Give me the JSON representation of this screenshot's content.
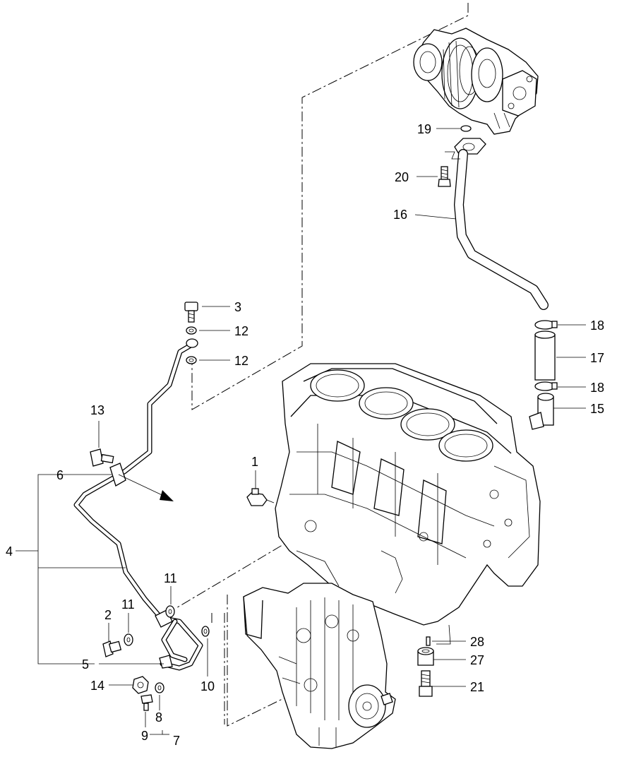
{
  "diagram": {
    "callouts": {
      "c1": "1",
      "c2": "2",
      "c3": "3",
      "c4": "4",
      "c5": "5",
      "c6": "6",
      "c7": "7",
      "c8": "8",
      "c9": "9",
      "c10": "10",
      "c11a": "11",
      "c11b": "11",
      "c12a": "12",
      "c12b": "12",
      "c13": "13",
      "c14": "14",
      "c15": "15",
      "c16": "16",
      "c17": "17",
      "c18a": "18",
      "c18b": "18",
      "c19": "19",
      "c20": "20",
      "c21": "21",
      "c27": "27",
      "c28": "28"
    }
  }
}
